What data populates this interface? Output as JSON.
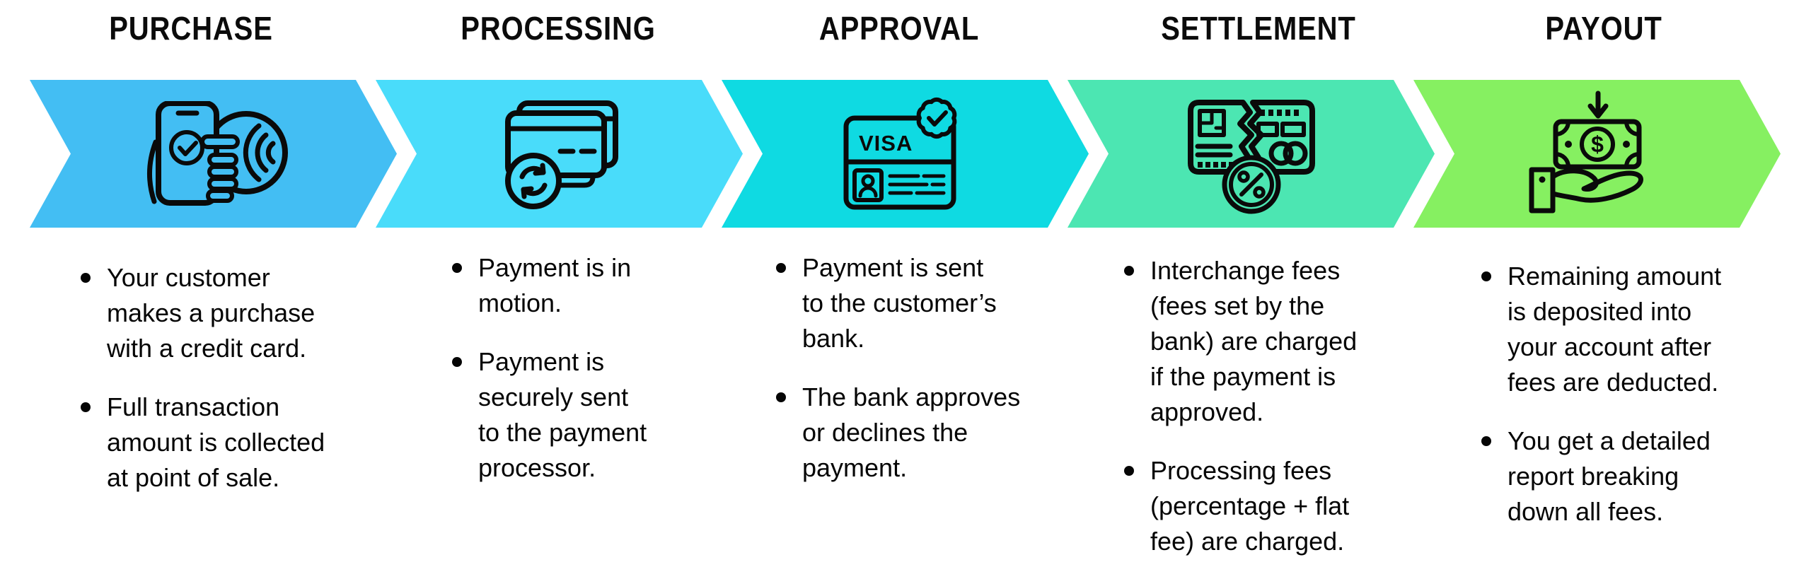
{
  "page": {
    "background": "#ffffff",
    "text_color": "#050505"
  },
  "stages": [
    {
      "title": "PURCHASE",
      "arrow_color": "#43BEF3",
      "icon": "phone-contactless-payment-icon",
      "bullets": [
        "Your customer\nmakes a purchase\nwith a credit card.",
        "Full transaction\namount is collected\nat point of sale."
      ]
    },
    {
      "title": "PROCESSING",
      "arrow_color": "#49DCFA",
      "icon": "credit-cards-sync-icon",
      "bullets": [
        "Payment is in\nmotion.",
        "Payment is\nsecurely sent\nto the payment\nprocessor."
      ]
    },
    {
      "title": "APPROVAL",
      "arrow_color": "#0FDAE2",
      "icon": "visa-card-approved-icon",
      "icon_label": "VISA",
      "bullets": [
        "Payment is sent\nto the customer’s\nbank.",
        "The bank approves\nor declines the\npayment."
      ]
    },
    {
      "title": "SETTLEMENT",
      "arrow_color": "#4CE6B2",
      "icon": "torn-card-percent-icon",
      "bullets": [
        "Interchange fees\n(fees set by the\nbank) are charged\nif the payment is\napproved.",
        "Processing fees\n(percentage + flat\nfee) are charged."
      ]
    },
    {
      "title": "PAYOUT",
      "arrow_color": "#86F061",
      "icon": "money-in-hand-icon",
      "icon_label": "$",
      "bullets": [
        "Remaining amount\nis deposited into\nyour account after\nfees are deducted.",
        "You get a detailed\nreport breaking\ndown all fees."
      ]
    }
  ]
}
